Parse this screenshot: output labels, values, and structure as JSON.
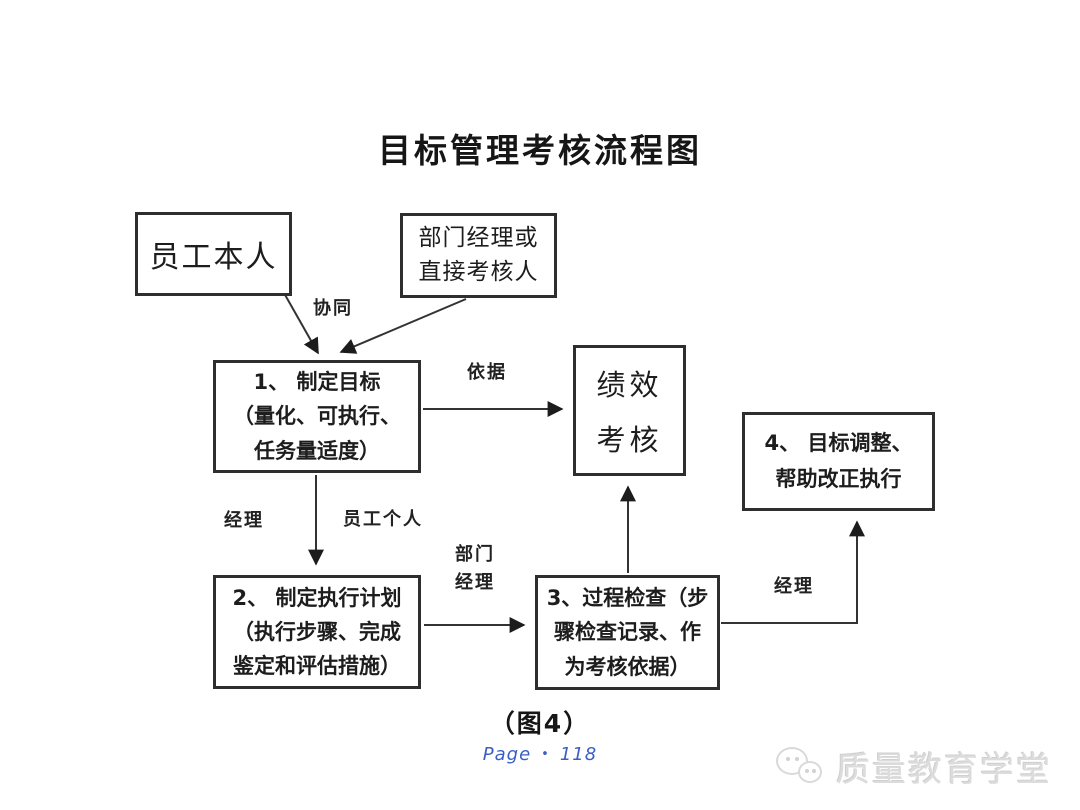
{
  "title": "目标管理考核流程图",
  "nodes": {
    "employee": {
      "lines": [
        "员工本人"
      ]
    },
    "manager": {
      "lines": [
        "部门经理或",
        "直接考核人"
      ]
    },
    "step1": {
      "lines": [
        "1、 制定目标",
        "（量化、可执行、",
        "任务量适度）"
      ]
    },
    "performance": {
      "lines": [
        "绩效",
        "考核"
      ]
    },
    "step4": {
      "lines": [
        "4、 目标调整、",
        "帮助改正执行"
      ]
    },
    "step2": {
      "lines": [
        "2、 制定执行计划",
        "（执行步骤、完成",
        "鉴定和评估措施）"
      ]
    },
    "step3": {
      "lines": [
        "3、过程检查（步",
        "骤检查记录、作",
        "为考核依据）"
      ]
    }
  },
  "edge_labels": {
    "collaborate": "协同",
    "basis": "依据",
    "manager_left": "经理",
    "employee_individual": "员工个人",
    "department": "部门",
    "manager_mid": "经理",
    "manager_right": "经理"
  },
  "caption": "（图4）",
  "footer": {
    "page_label": "Page",
    "separator": "•",
    "page_number": "118"
  },
  "watermark": {
    "text": "质量教育学堂"
  },
  "colors": {
    "line": "#333333",
    "box_border": "#2e2e2e",
    "footer_blue": "#3a5ec4",
    "watermark_gray": "#dcdcdc"
  }
}
